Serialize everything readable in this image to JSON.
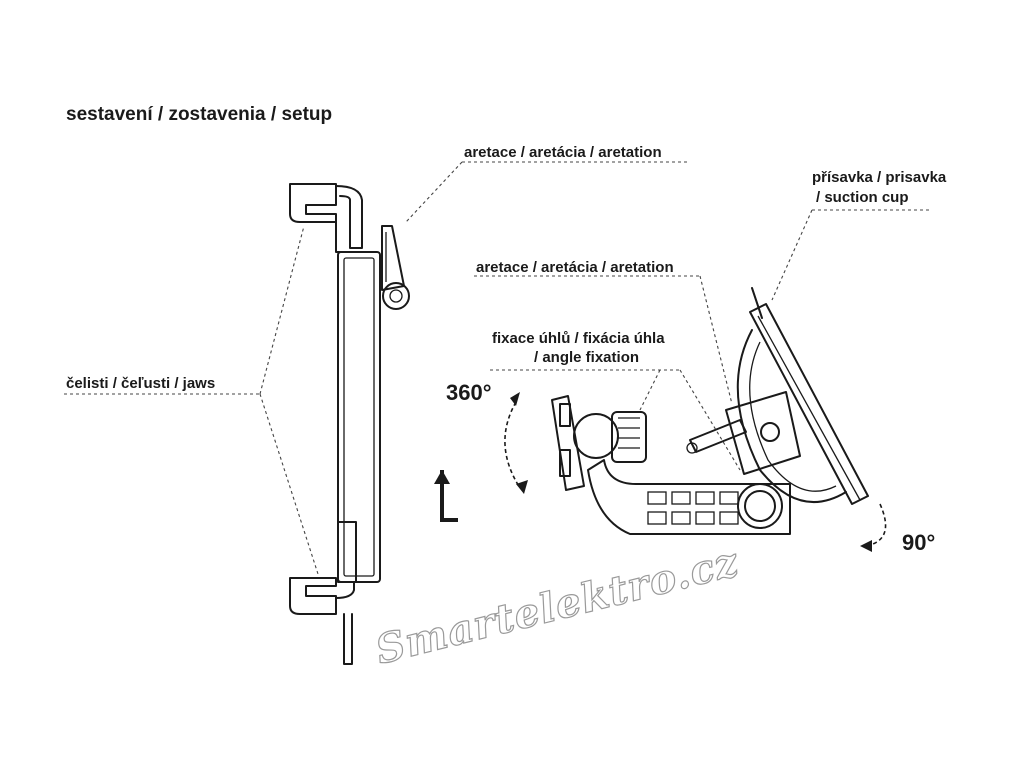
{
  "title": "sestavení / zostavenia / setup",
  "labels": {
    "aretation_top": "aretace / aretácia / aretation",
    "aretation_mid": "aretace / aretácia / aretation",
    "suction_line1": "přísavka / prisavka",
    "suction_line2": "/ suction cup",
    "angle_line1": "fixace úhlů / fixácia úhla",
    "angle_line2": "/ angle fixation",
    "jaws": "čelisti / čeľusti / jaws"
  },
  "rotation": {
    "deg_360": "360°",
    "deg_90": "90°"
  },
  "watermark": "Smartelektro.cz"
}
